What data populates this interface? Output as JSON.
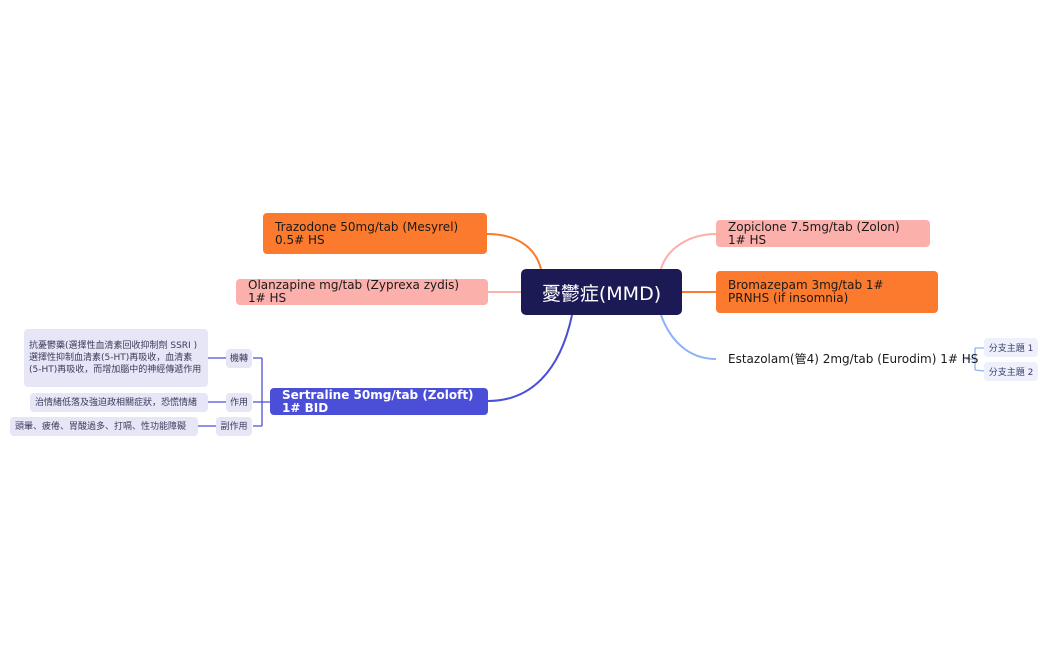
{
  "central": {
    "label": "憂鬱症(MMD)"
  },
  "topics": {
    "trazodone": {
      "label": "Trazodone 50mg/tab (Mesyrel) 0.5# HS"
    },
    "olanzapine": {
      "label": "Olanzapine mg/tab (Zyprexa zydis) 1# HS"
    },
    "sertraline": {
      "label": "Sertraline 50mg/tab (Zoloft) 1# BID"
    },
    "zopiclone": {
      "label": "Zopiclone 7.5mg/tab (Zolon) 1# HS"
    },
    "bromazepam": {
      "label": "Bromazepam 3mg/tab 1# PRNHS (if insomnia)"
    },
    "estazolam": {
      "label": "Estazolam(管4) 2mg/tab (Eurodim) 1# HS"
    }
  },
  "sertraline_details": {
    "mechanism": {
      "label": "機轉",
      "text": "抗憂鬱藥(選擇性血清素回收抑制劑 SSRI ) 選擇性抑制血清素(5-HT)再吸收，血清素(5-HT)再吸收，而增加腦中的神經傳遞作用"
    },
    "effect": {
      "label": "作用",
      "text": "治情緒低落及強迫政相關症狀，恐慌情緒"
    },
    "side_effect": {
      "label": "副作用",
      "text": "頭暈、疲倦、胃酸過多、打嗝、性功能障礙"
    }
  },
  "estazolam_subtopics": [
    "分支主題 1",
    "分支主題 2"
  ],
  "colors": {
    "central_bg": "#1b1a55",
    "orange": "#fb7a2d",
    "pink": "#fbb0ac",
    "blue": "#4b4fd8",
    "light_blue_line": "#8fb2f5",
    "leaf_bg": "#e6e6f7"
  }
}
